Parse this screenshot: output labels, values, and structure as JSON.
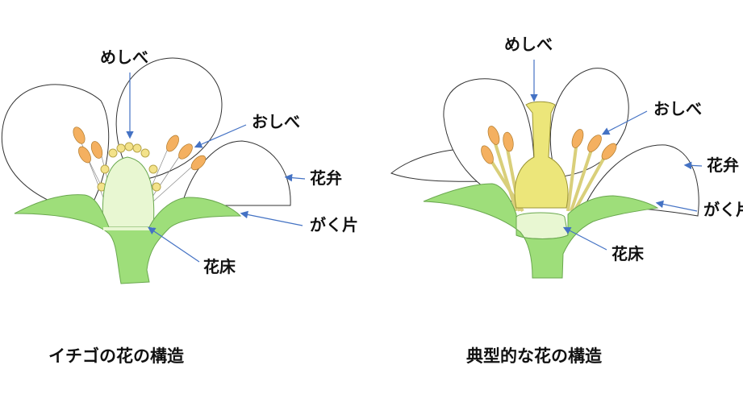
{
  "colors": {
    "sepal": "#9ede7a",
    "receptacle": "#e8f7d2",
    "anther": "#f4b060",
    "filament": "#fff7c2",
    "pistil": "#ece67a",
    "arrow": "#4472c4"
  },
  "left": {
    "caption": "イチゴの花の構造",
    "labels": {
      "pistil": "めしべ",
      "stamen": "おしべ",
      "petal": "花弁",
      "sepal": "がく片",
      "receptacle": "花床"
    }
  },
  "right": {
    "caption": "典型的な花の構造",
    "labels": {
      "pistil": "めしべ",
      "stamen": "おしべ",
      "petal": "花弁",
      "sepal": "がく片",
      "receptacle": "花床"
    }
  }
}
